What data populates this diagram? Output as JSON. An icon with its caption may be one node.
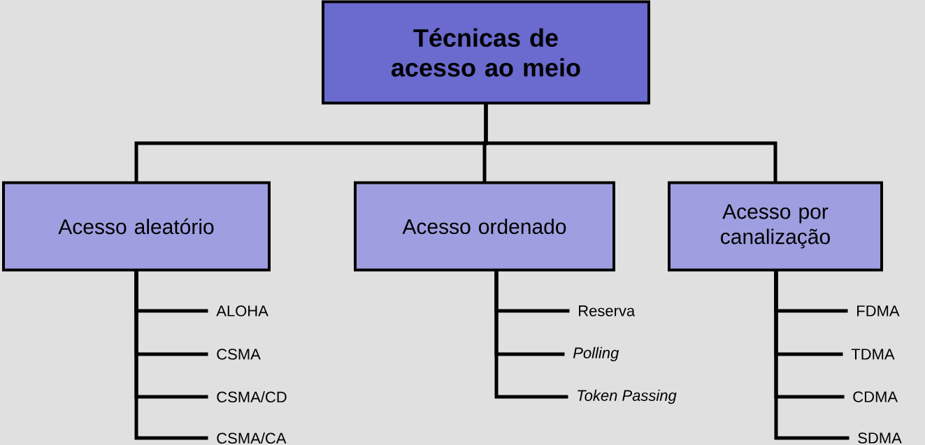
{
  "diagram": {
    "nodes": [
      {
        "text": [
          "Técnicas de acesso ao meio"
        ]
      },
      {
        "text": [
          "Acesso aleatório"
        ]
      },
      {
        "text": [
          "Acesso ordenado"
        ]
      },
      {
        "text": [
          "Acesso por canalização"
        ]
      },
      {
        "text": [
          "ALOHA"
        ]
      },
      {
        "text": [
          "CSMA"
        ]
      },
      {
        "text": [
          "CSMA/CD"
        ]
      },
      {
        "text": [
          "CSMA/CA"
        ]
      },
      {
        "text": [
          "Reserva"
        ]
      },
      {
        "text": [
          "Polling"
        ]
      },
      {
        "text": [
          "Token Passing"
        ]
      },
      {
        "text": [
          "FDMA"
        ]
      },
      {
        "text": [
          "TDMA"
        ]
      },
      {
        "text": [
          "CDMA"
        ]
      },
      {
        "text": [
          "SDMA"
        ]
      }
    ],
    "edges": [
      {
        "from": 0,
        "to": 1,
        "arrow": "none"
      },
      {
        "from": 0,
        "to": 2,
        "arrow": "none"
      },
      {
        "from": 0,
        "to": 3,
        "arrow": "none"
      },
      {
        "from": 1,
        "to": 4,
        "arrow": "none"
      },
      {
        "from": 1,
        "to": 5,
        "arrow": "none"
      },
      {
        "from": 1,
        "to": 6,
        "arrow": "none"
      },
      {
        "from": 1,
        "to": 7,
        "arrow": "none"
      },
      {
        "from": 2,
        "to": 8,
        "arrow": "none"
      },
      {
        "from": 2,
        "to": 9,
        "arrow": "none"
      },
      {
        "from": 2,
        "to": 10,
        "arrow": "none"
      },
      {
        "from": 3,
        "to": 11,
        "arrow": "none"
      },
      {
        "from": 3,
        "to": 12,
        "arrow": "none"
      },
      {
        "from": 3,
        "to": 13,
        "arrow": "none"
      },
      {
        "from": 3,
        "to": 14,
        "arrow": "none"
      }
    ]
  }
}
